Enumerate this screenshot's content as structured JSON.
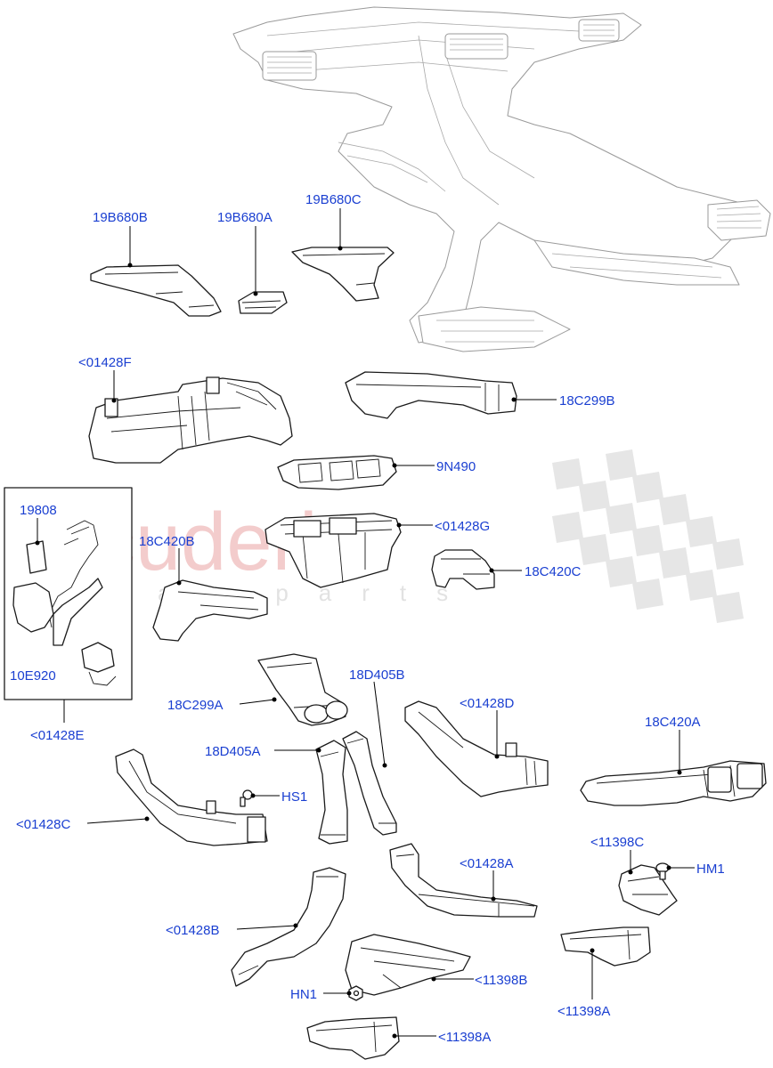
{
  "watermark": {
    "brand": "scuderia",
    "sub": "car parts",
    "color": "#f3cccc"
  },
  "label_color": "#1a3fd1",
  "callouts": {
    "p19B680B": "19B680B",
    "p19B680A": "19B680A",
    "p19B680C": "19B680C",
    "p01428F": "<01428F",
    "p18C299B": "18C299B",
    "p9N490": "9N490",
    "p19808": "19808",
    "p01428G": "<01428G",
    "p18C420B": "18C420B",
    "p18C420C": "18C420C",
    "p10E920": "10E920",
    "p01428E": "<01428E",
    "p18C299A": "18C299A",
    "p18D405B": "18D405B",
    "p01428D": "<01428D",
    "p18C420A": "18C420A",
    "p18D405A": "18D405A",
    "pHS1": "HS1",
    "p01428C": "<01428C",
    "p11398C_top": "<11398C",
    "pHM1": "HM1",
    "p01428A": "<01428A",
    "p01428B": "<01428B",
    "p11398B": "<11398B",
    "pHN1": "HN1",
    "p11398A_right": "<11398A",
    "p11398A_bottom": "<11398A"
  }
}
